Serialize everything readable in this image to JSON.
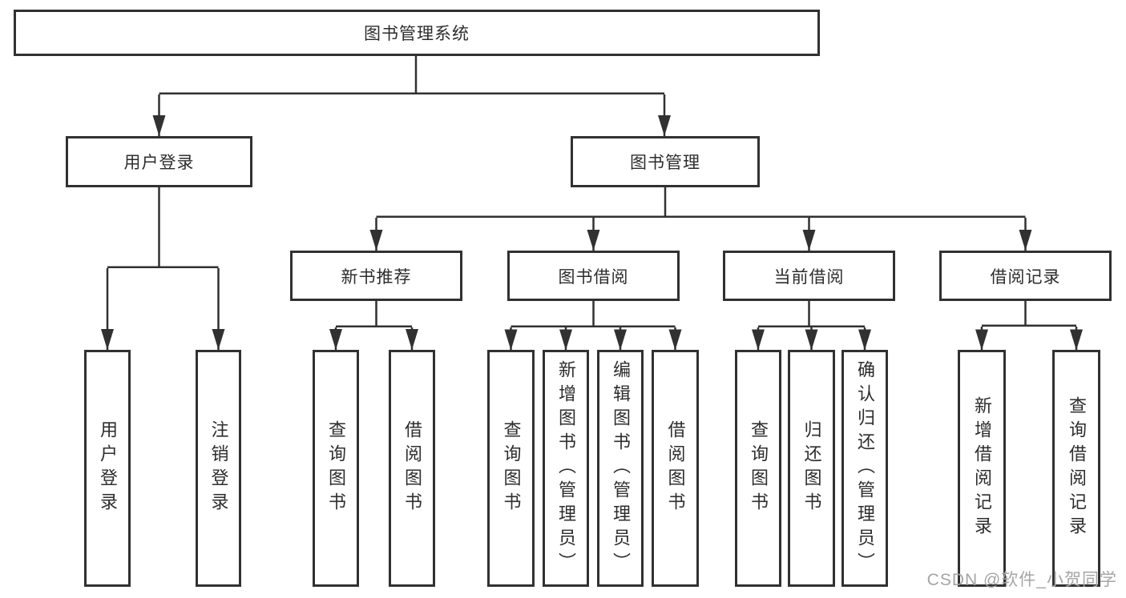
{
  "diagram": {
    "root": {
      "label": "图书管理系统"
    },
    "user_login": {
      "label": "用户登录",
      "children": [
        {
          "label": "用户登录"
        },
        {
          "label": "注销登录"
        }
      ]
    },
    "book_mgmt": {
      "label": "图书管理",
      "groups": [
        {
          "label": "新书推荐",
          "children": [
            {
              "label": "查询图书"
            },
            {
              "label": "借阅图书"
            }
          ]
        },
        {
          "label": "图书借阅",
          "children": [
            {
              "label": "查询图书"
            },
            {
              "label": "新增图书（管理员）"
            },
            {
              "label": "编辑图书（管理员）"
            },
            {
              "label": "借阅图书"
            }
          ]
        },
        {
          "label": "当前借阅",
          "children": [
            {
              "label": "查询图书"
            },
            {
              "label": "归还图书"
            },
            {
              "label": "确认归还（管理员）"
            }
          ]
        },
        {
          "label": "借阅记录",
          "children": [
            {
              "label": "新增借阅记录"
            },
            {
              "label": "查询借阅记录"
            }
          ]
        }
      ]
    },
    "watermark": {
      "text": "CSDN @软件_小贺同学"
    },
    "colors": {
      "line": "#313131",
      "node_border": "#313131",
      "node_text": "#2d2d2d",
      "watermark_text": "#a5a5a5",
      "background": "#ffffff"
    }
  }
}
